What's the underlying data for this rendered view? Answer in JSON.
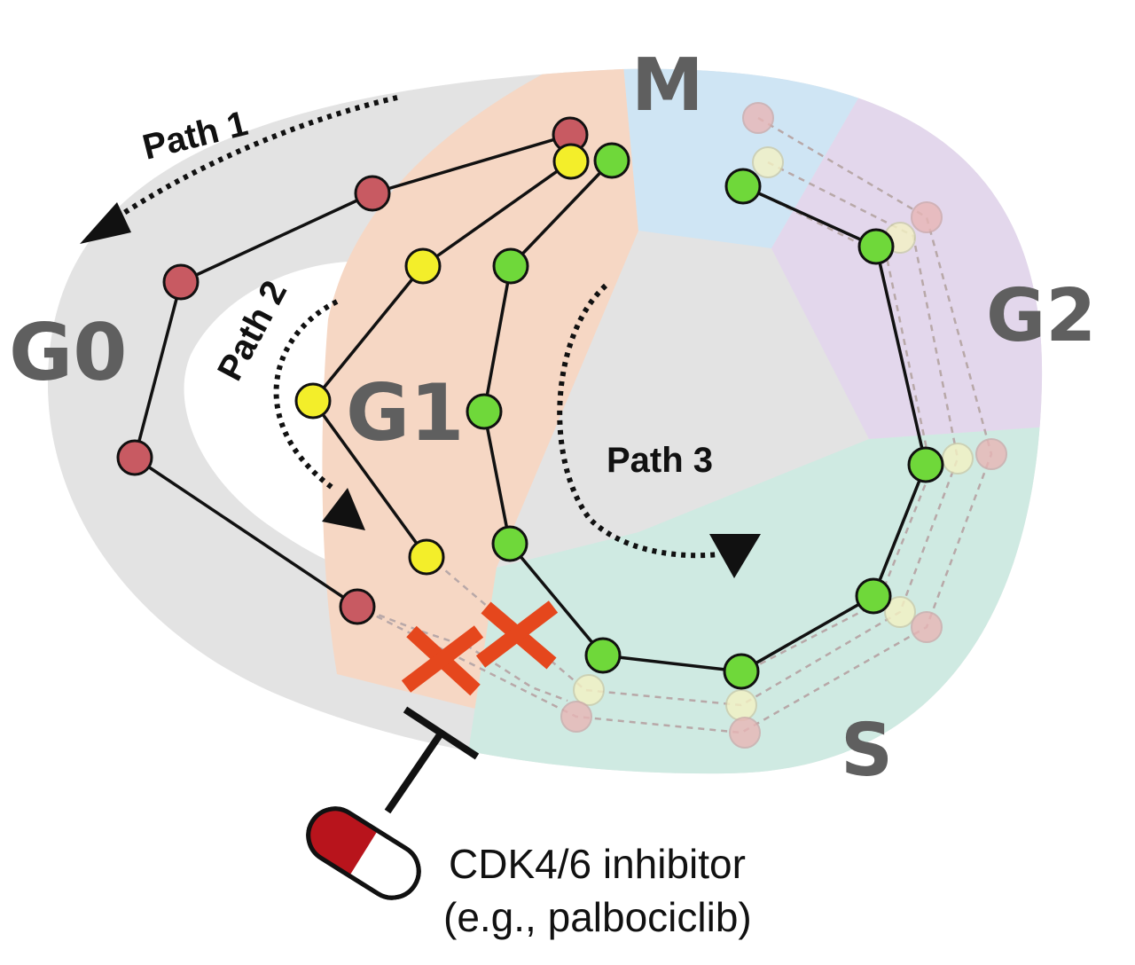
{
  "phases": {
    "g0": "G0",
    "g1": "G1",
    "m": "M",
    "g2": "G2",
    "s": "S"
  },
  "paths": {
    "path1": "Path 1",
    "path2": "Path 2",
    "path3": "Path 3"
  },
  "drug": {
    "line1": "CDK4/6 inhibitor",
    "line2": "(e.g., palbociclib)"
  },
  "colors": {
    "g0_band": "#e3e3e3",
    "g1_band": "#f6d7c4",
    "m_band": "#cfe5f4",
    "g2_band": "#e3d7ec",
    "s_band": "#cfeae2",
    "red_cell": "#c85a62",
    "yellow_cell": "#f3ee2a",
    "green_cell": "#6fd83a",
    "block_x": "#e5471d"
  }
}
